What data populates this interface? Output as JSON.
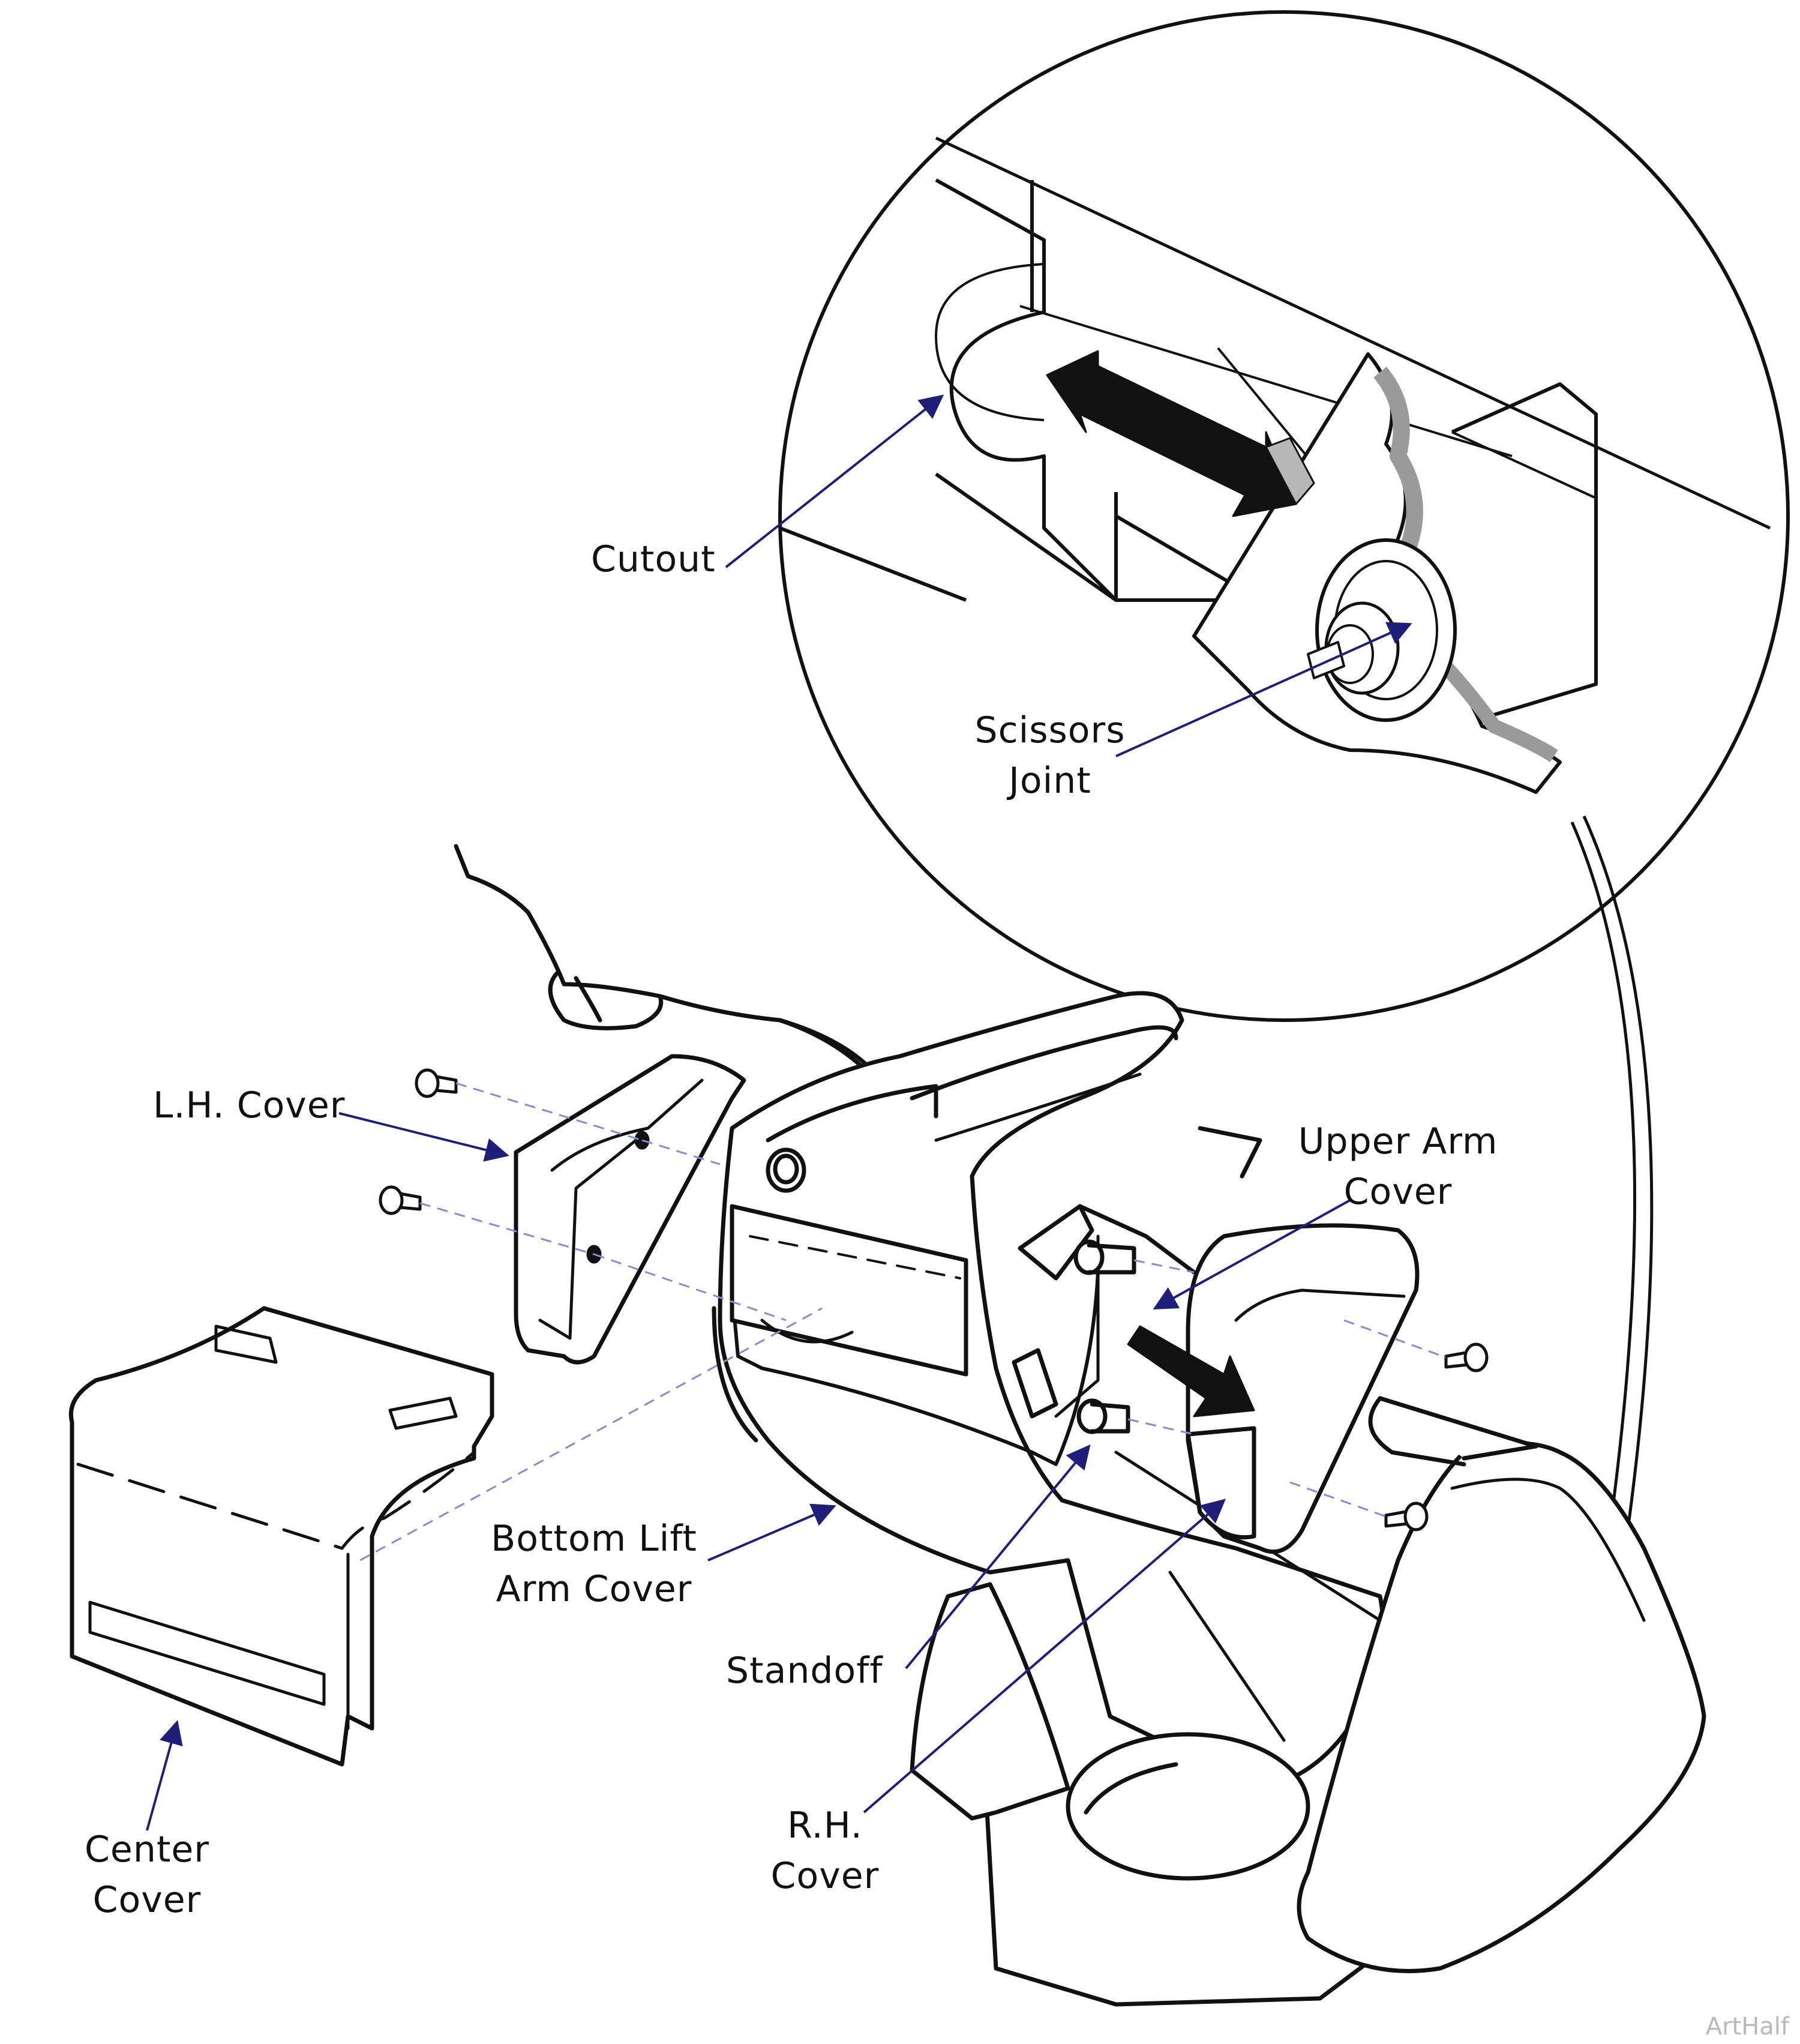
{
  "labels": {
    "cutout": "Cutout",
    "scissors_joint": [
      "Scissors",
      "Joint"
    ],
    "lh_cover": "L.H. Cover",
    "upper_arm_cover": [
      "Upper Arm",
      "Cover"
    ],
    "bottom_lift_arm_cover": [
      "Bottom Lift",
      "Arm Cover"
    ],
    "standoff": "Standoff",
    "rh_cover": [
      "R.H.",
      "Cover"
    ],
    "center_cover": [
      "Center",
      "Cover"
    ]
  },
  "credit": "ArtHalf",
  "colors": {
    "line": "#111111",
    "leader": "#1f1f7a",
    "hidden": "#8a8ad0",
    "shade": "#b8b8b8",
    "dark_shade": "#8f8f8f"
  }
}
